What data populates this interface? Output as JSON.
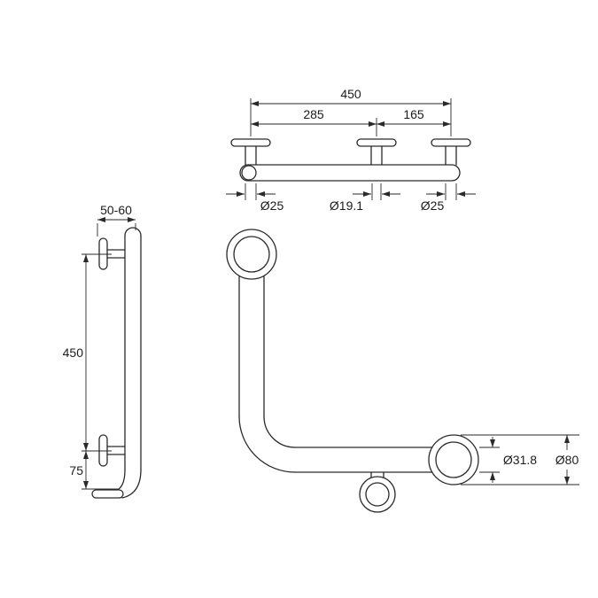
{
  "drawing": {
    "line_color": "#2a2a2a",
    "top_view": {
      "overall_width": "450",
      "left_span": "285",
      "right_span": "165",
      "left_dia": "Ø25",
      "mid_dia": "Ø19.1",
      "right_dia": "Ø25"
    },
    "side_view": {
      "wall_offset": "50-60",
      "height": "450",
      "bottom_offset": "75"
    },
    "front_view": {
      "tube_dia": "Ø31.8",
      "flange_dia": "Ø80"
    }
  }
}
